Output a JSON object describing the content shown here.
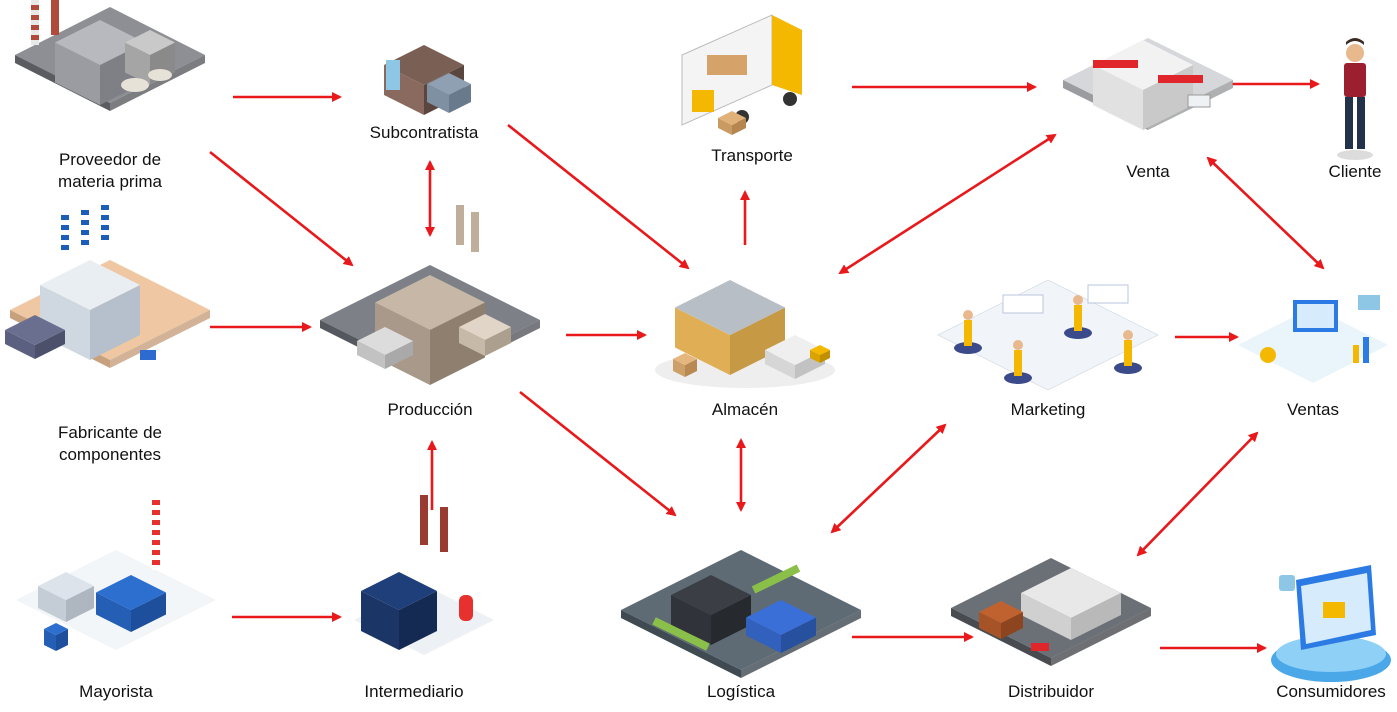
{
  "colors": {
    "arrow": "#e8181b",
    "text": "#111111"
  },
  "nodes": [
    {
      "id": "proveedor",
      "label": "Proveedor de\nmateria prima",
      "icon": "refinery-icon"
    },
    {
      "id": "subcontratista",
      "label": "Subcontratista",
      "icon": "small-factory-icon"
    },
    {
      "id": "transporte",
      "label": "Transporte",
      "icon": "truck-forklift-icon"
    },
    {
      "id": "venta",
      "label": "Venta",
      "icon": "store-front-icon"
    },
    {
      "id": "cliente",
      "label": "Cliente",
      "icon": "person-icon"
    },
    {
      "id": "fabricante",
      "label": "Fabricante de\ncomponentes",
      "icon": "component-plant-icon"
    },
    {
      "id": "produccion",
      "label": "Producción",
      "icon": "large-factory-icon"
    },
    {
      "id": "almacen",
      "label": "Almacén",
      "icon": "warehouse-icon"
    },
    {
      "id": "marketing",
      "label": "Marketing",
      "icon": "marketing-people-icon"
    },
    {
      "id": "ventas",
      "label": "Ventas",
      "icon": "sales-dashboard-icon"
    },
    {
      "id": "mayorista",
      "label": "Mayorista",
      "icon": "power-plant-icon"
    },
    {
      "id": "intermediario",
      "label": "Intermediario",
      "icon": "office-chimney-icon"
    },
    {
      "id": "logistica",
      "label": "Logística",
      "icon": "logistics-hub-icon"
    },
    {
      "id": "distribuidor",
      "label": "Distribuidor",
      "icon": "distribution-center-icon"
    },
    {
      "id": "consumidores",
      "label": "Consumidores",
      "icon": "laptop-cart-icon"
    }
  ],
  "edges": [
    {
      "from": "proveedor",
      "to": "subcontratista",
      "direction": "forward"
    },
    {
      "from": "proveedor",
      "to": "produccion",
      "direction": "forward"
    },
    {
      "from": "subcontratista",
      "to": "produccion",
      "direction": "both"
    },
    {
      "from": "subcontratista",
      "to": "almacen",
      "direction": "forward"
    },
    {
      "from": "fabricante",
      "to": "produccion",
      "direction": "forward"
    },
    {
      "from": "produccion",
      "to": "almacen",
      "direction": "forward"
    },
    {
      "from": "produccion",
      "to": "logistica",
      "direction": "forward"
    },
    {
      "from": "intermediario",
      "to": "produccion",
      "direction": "forward"
    },
    {
      "from": "mayorista",
      "to": "intermediario",
      "direction": "forward"
    },
    {
      "from": "almacen",
      "to": "transporte",
      "direction": "forward"
    },
    {
      "from": "transporte",
      "to": "venta",
      "direction": "forward"
    },
    {
      "from": "almacen",
      "to": "venta",
      "direction": "both"
    },
    {
      "from": "almacen",
      "to": "logistica",
      "direction": "both"
    },
    {
      "from": "venta",
      "to": "cliente",
      "direction": "forward"
    },
    {
      "from": "venta",
      "to": "ventas",
      "direction": "both"
    },
    {
      "from": "marketing",
      "to": "ventas",
      "direction": "forward"
    },
    {
      "from": "logistica",
      "to": "marketing",
      "direction": "both"
    },
    {
      "from": "logistica",
      "to": "distribuidor",
      "direction": "forward"
    },
    {
      "from": "distribuidor",
      "to": "ventas",
      "direction": "both"
    },
    {
      "from": "distribuidor",
      "to": "consumidores",
      "direction": "forward"
    }
  ]
}
